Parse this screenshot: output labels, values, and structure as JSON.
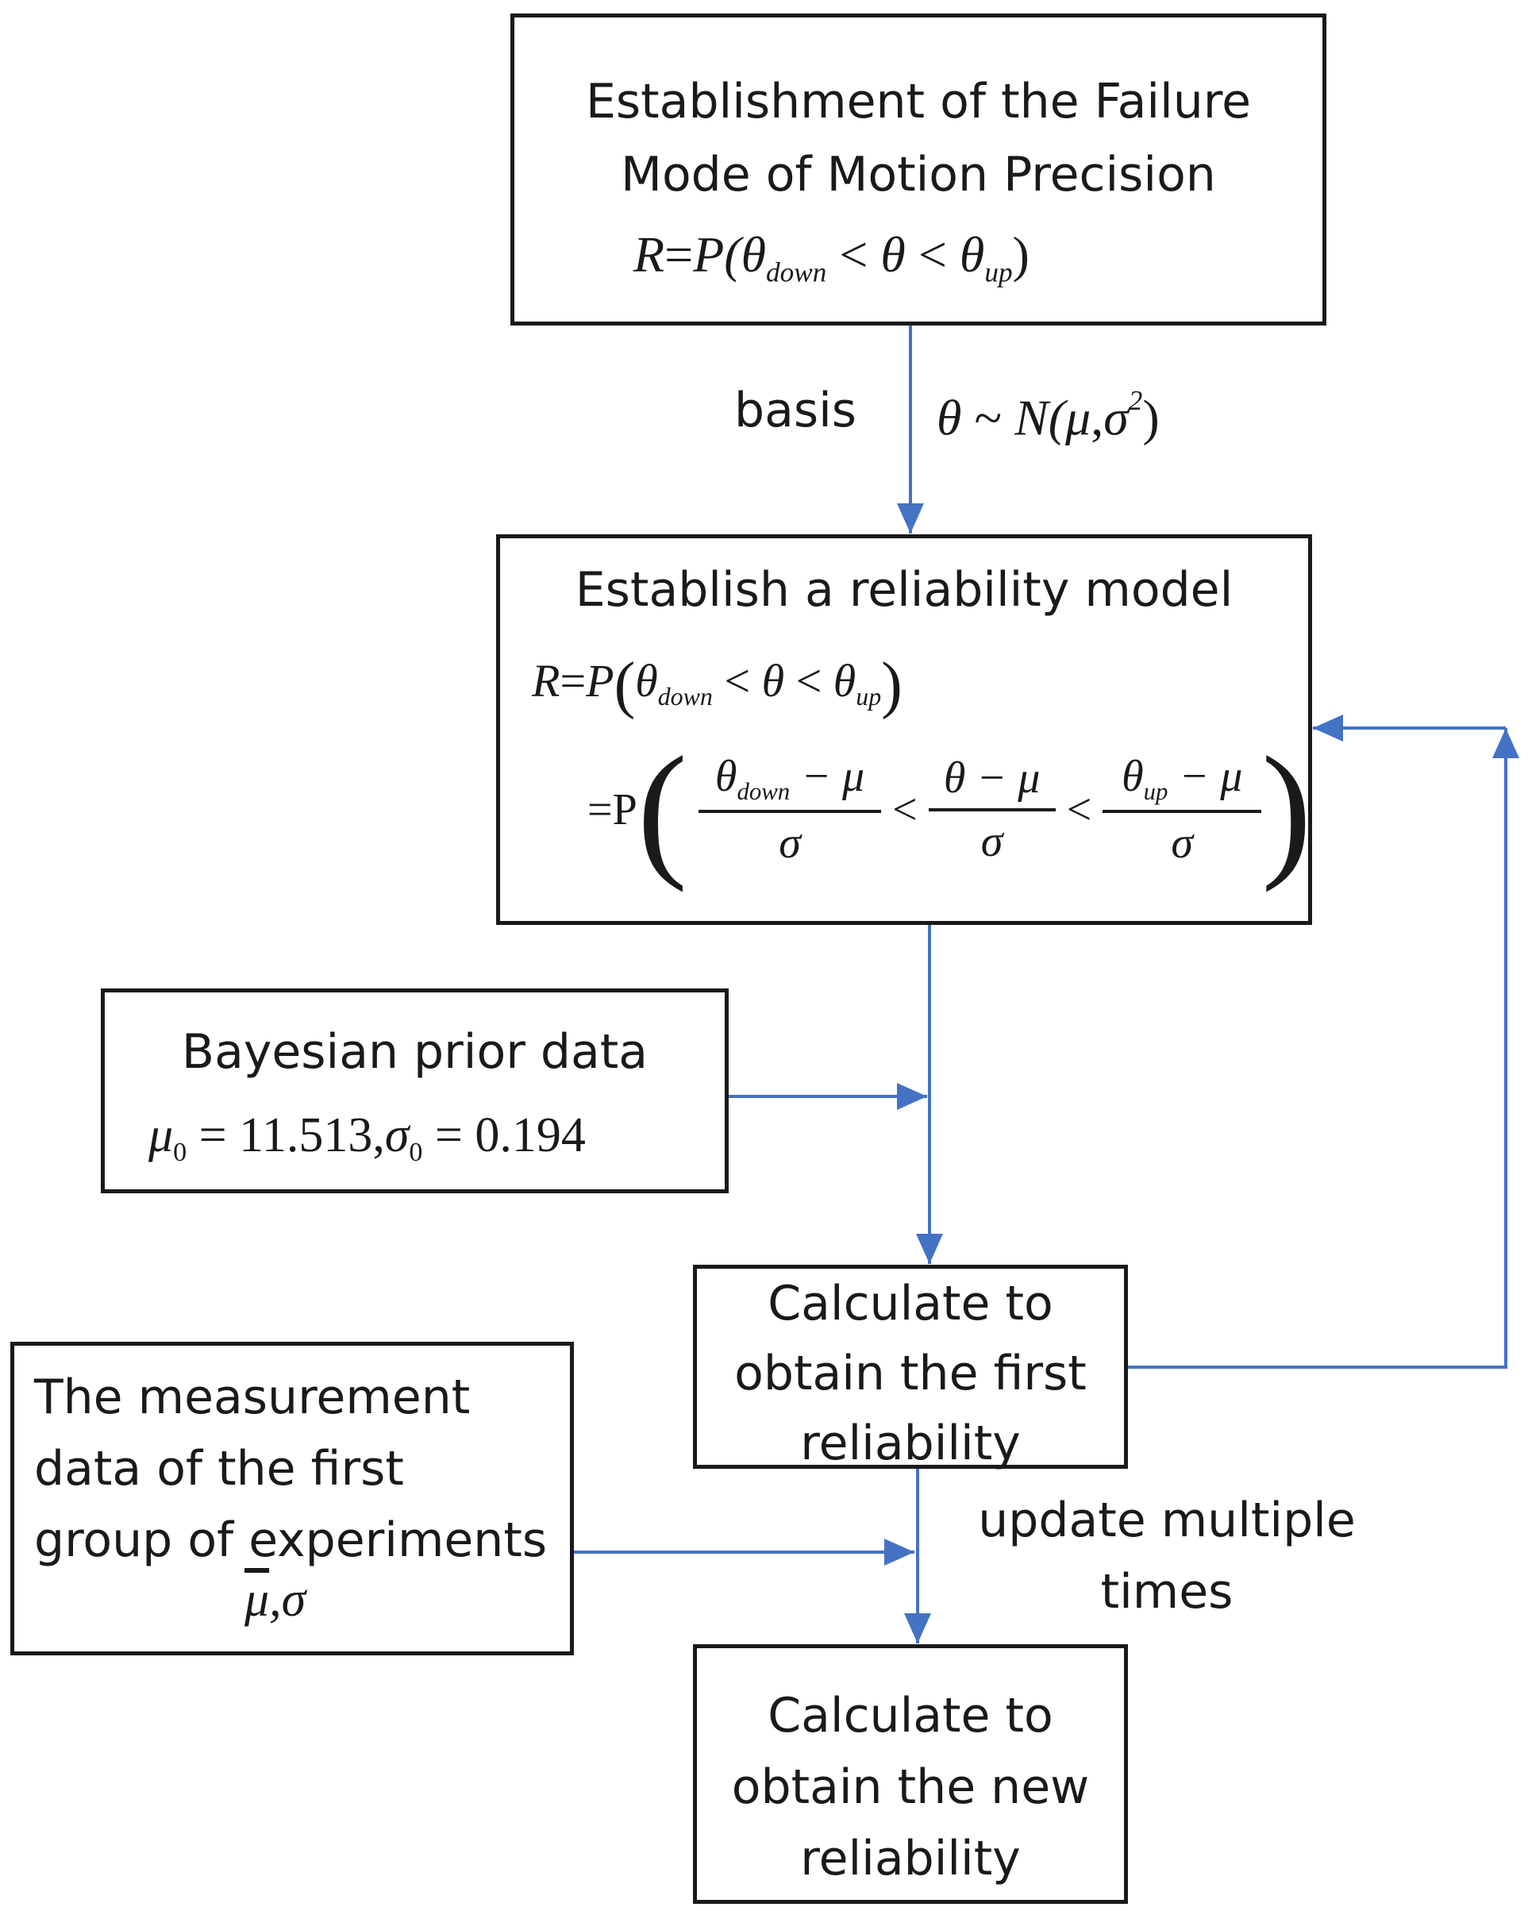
{
  "boxes": {
    "failure_mode": {
      "title_line1": "Establishment of the Failure",
      "title_line2": "Mode of Motion Precision",
      "formula": {
        "lhs": "R",
        "eq": "=",
        "p": "P(",
        "theta": "θ",
        "sub_down": "down",
        "lt": "<",
        "theta_mid": "θ",
        "lt2": "<",
        "theta3": "θ",
        "sub_up": "up",
        "close": ")"
      }
    },
    "reliability_model": {
      "title": "Establish a reliability model",
      "line1": {
        "lhs": "R",
        "eq": "=",
        "p": "P",
        "open": "(",
        "theta": "θ",
        "sub_down": "down",
        "lt": "<",
        "theta_mid": "θ",
        "lt2": "<",
        "theta3": "θ",
        "sub_up": "up",
        "close": ")"
      },
      "line2": {
        "eqp": "=P",
        "open": "(",
        "frac1_num_theta": "θ",
        "frac1_num_sub": "down",
        "frac1_num_rest": " − μ",
        "frac1_den": "σ",
        "lt": "<",
        "frac2_num": "θ − μ",
        "frac2_den": "σ",
        "lt2": "<",
        "frac3_num_theta": "θ",
        "frac3_num_sub": "up",
        "frac3_num_rest": " − μ",
        "frac3_den": "σ",
        "close": ")"
      }
    },
    "bayesian_prior": {
      "title": "Bayesian prior data",
      "mu_sym": "μ",
      "mu_sub": "0",
      "mu_val": " = 11.513,",
      "sigma_sym": "σ",
      "sigma_sub": "0",
      "sigma_val": " = 0.194"
    },
    "first_reliability": {
      "line1": "Calculate to",
      "line2": "obtain the first",
      "line3": "reliability"
    },
    "measurement_data": {
      "line1": "The measurement",
      "line2": "data of the first",
      "line3": "group of experiments",
      "formula_mu": "μ",
      "formula_rest": ",σ"
    },
    "new_reliability": {
      "line1": "Calculate to",
      "line2": "obtain the new",
      "line3": "reliability"
    }
  },
  "labels": {
    "basis": "basis",
    "distribution": {
      "theta": "θ",
      "tilde": " ~ ",
      "n": "N(",
      "mu": "μ",
      "comma": ",",
      "sigma": "σ",
      "sup": "2",
      "close": ")"
    },
    "update_line1": "update multiple",
    "update_line2": "times"
  },
  "colors": {
    "arrow": "#4472c4",
    "border": "#1a1a1a"
  }
}
